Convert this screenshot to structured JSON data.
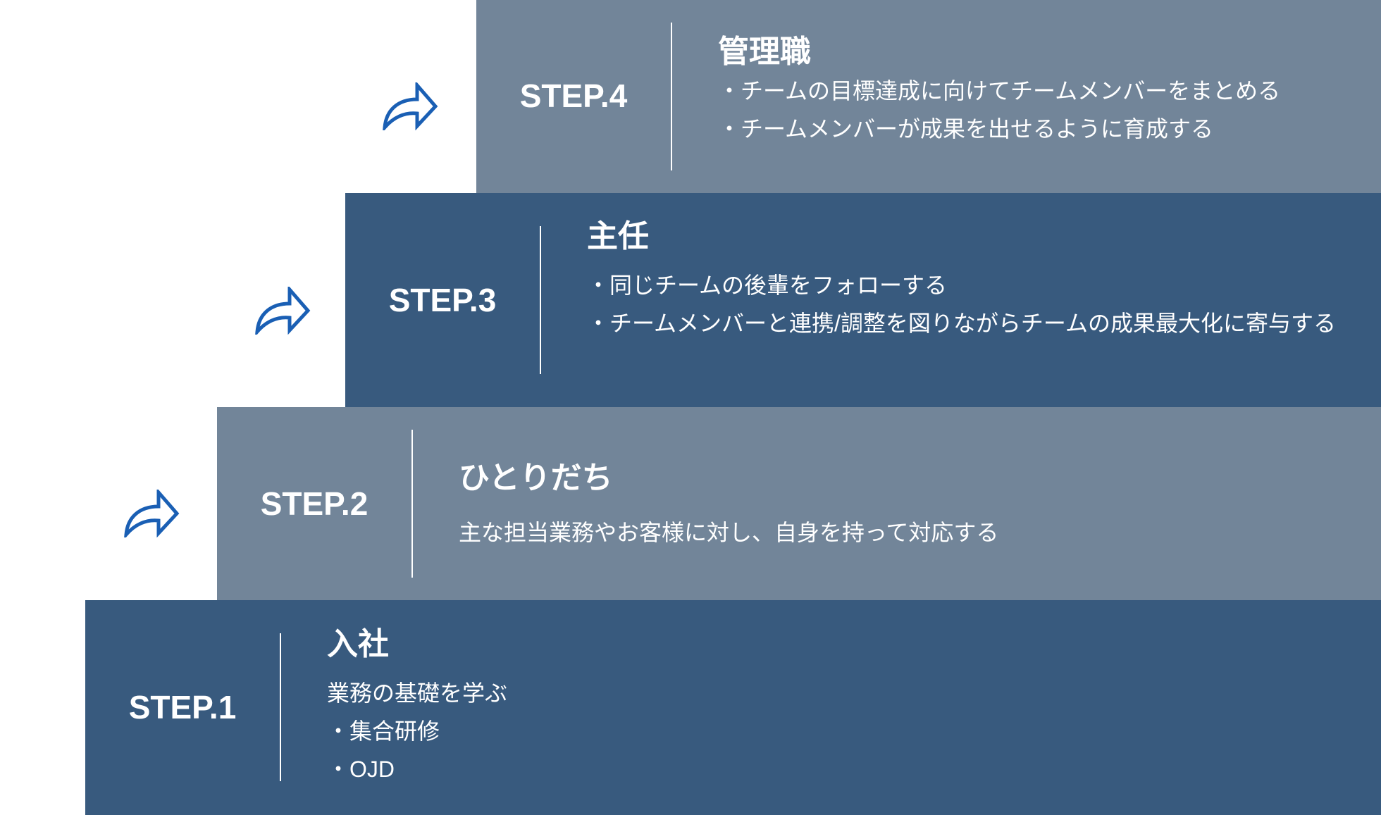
{
  "colors": {
    "light": "#728599",
    "dark": "#385a7e",
    "arrow": "#1a5fb4",
    "text": "#ffffff"
  },
  "steps": [
    {
      "label": "STEP.1",
      "title": "入社",
      "lines": [
        "業務の基礎を学ぶ",
        "・集合研修",
        "・OJD"
      ]
    },
    {
      "label": "STEP.2",
      "title": "ひとりだち",
      "lines": [
        "主な担当業務やお客様に対し、自身を持って対応する"
      ],
      "arrow_icon": "share-arrow-icon"
    },
    {
      "label": "STEP.3",
      "title": "主任",
      "lines": [
        "・同じチームの後輩をフォローする",
        "・チームメンバーと連携/調整を図りながらチームの成果最大化に寄与する"
      ],
      "arrow_icon": "share-arrow-icon"
    },
    {
      "label": "STEP.4",
      "title": "管理職",
      "lines": [
        "・チームの目標達成に向けてチームメンバーをまとめる",
        "・チームメンバーが成果を出せるように育成する"
      ],
      "arrow_icon": "share-arrow-icon"
    }
  ]
}
